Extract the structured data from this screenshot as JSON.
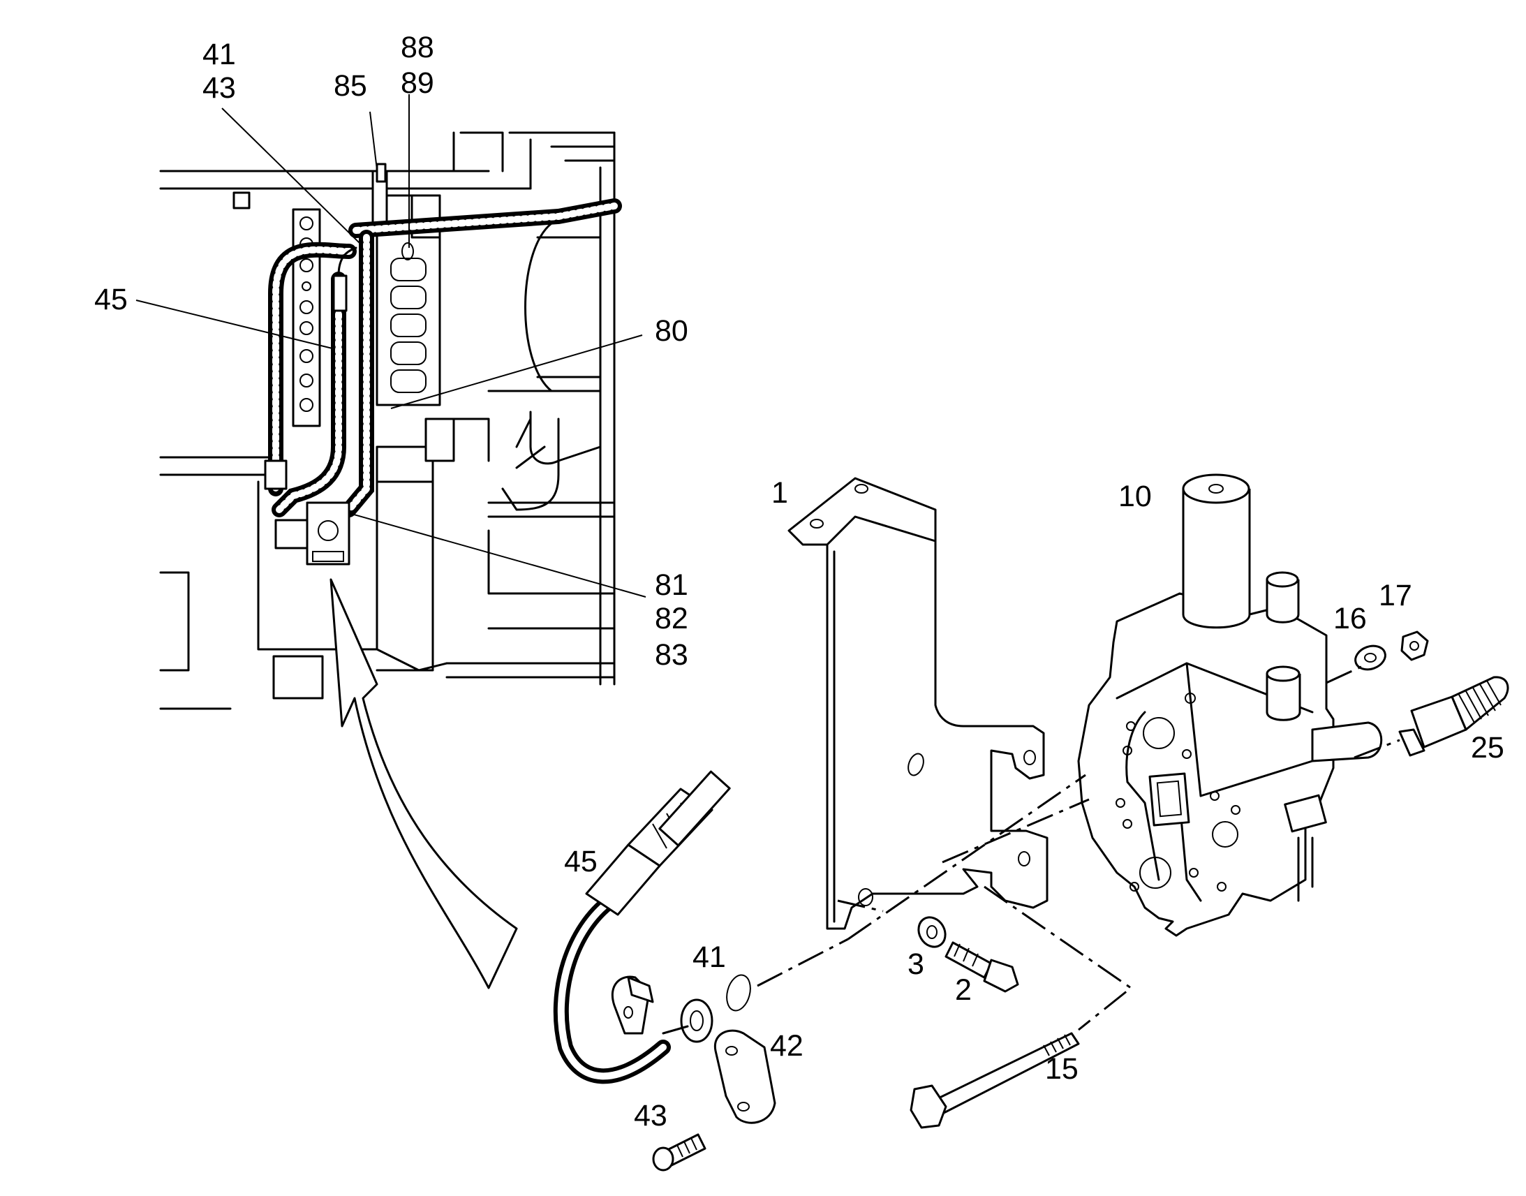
{
  "callouts": {
    "c41a": "41",
    "c43a": "43",
    "c85": "85",
    "c88": "88",
    "c89": "89",
    "c45a": "45",
    "c80": "80",
    "c81": "81",
    "c82": "82",
    "c83": "83",
    "c1": "1",
    "c10": "10",
    "c16": "16",
    "c17": "17",
    "c25": "25",
    "c45b": "45",
    "c41b": "41",
    "c3": "3",
    "c2": "2",
    "c42": "42",
    "c15": "15",
    "c43b": "43"
  }
}
